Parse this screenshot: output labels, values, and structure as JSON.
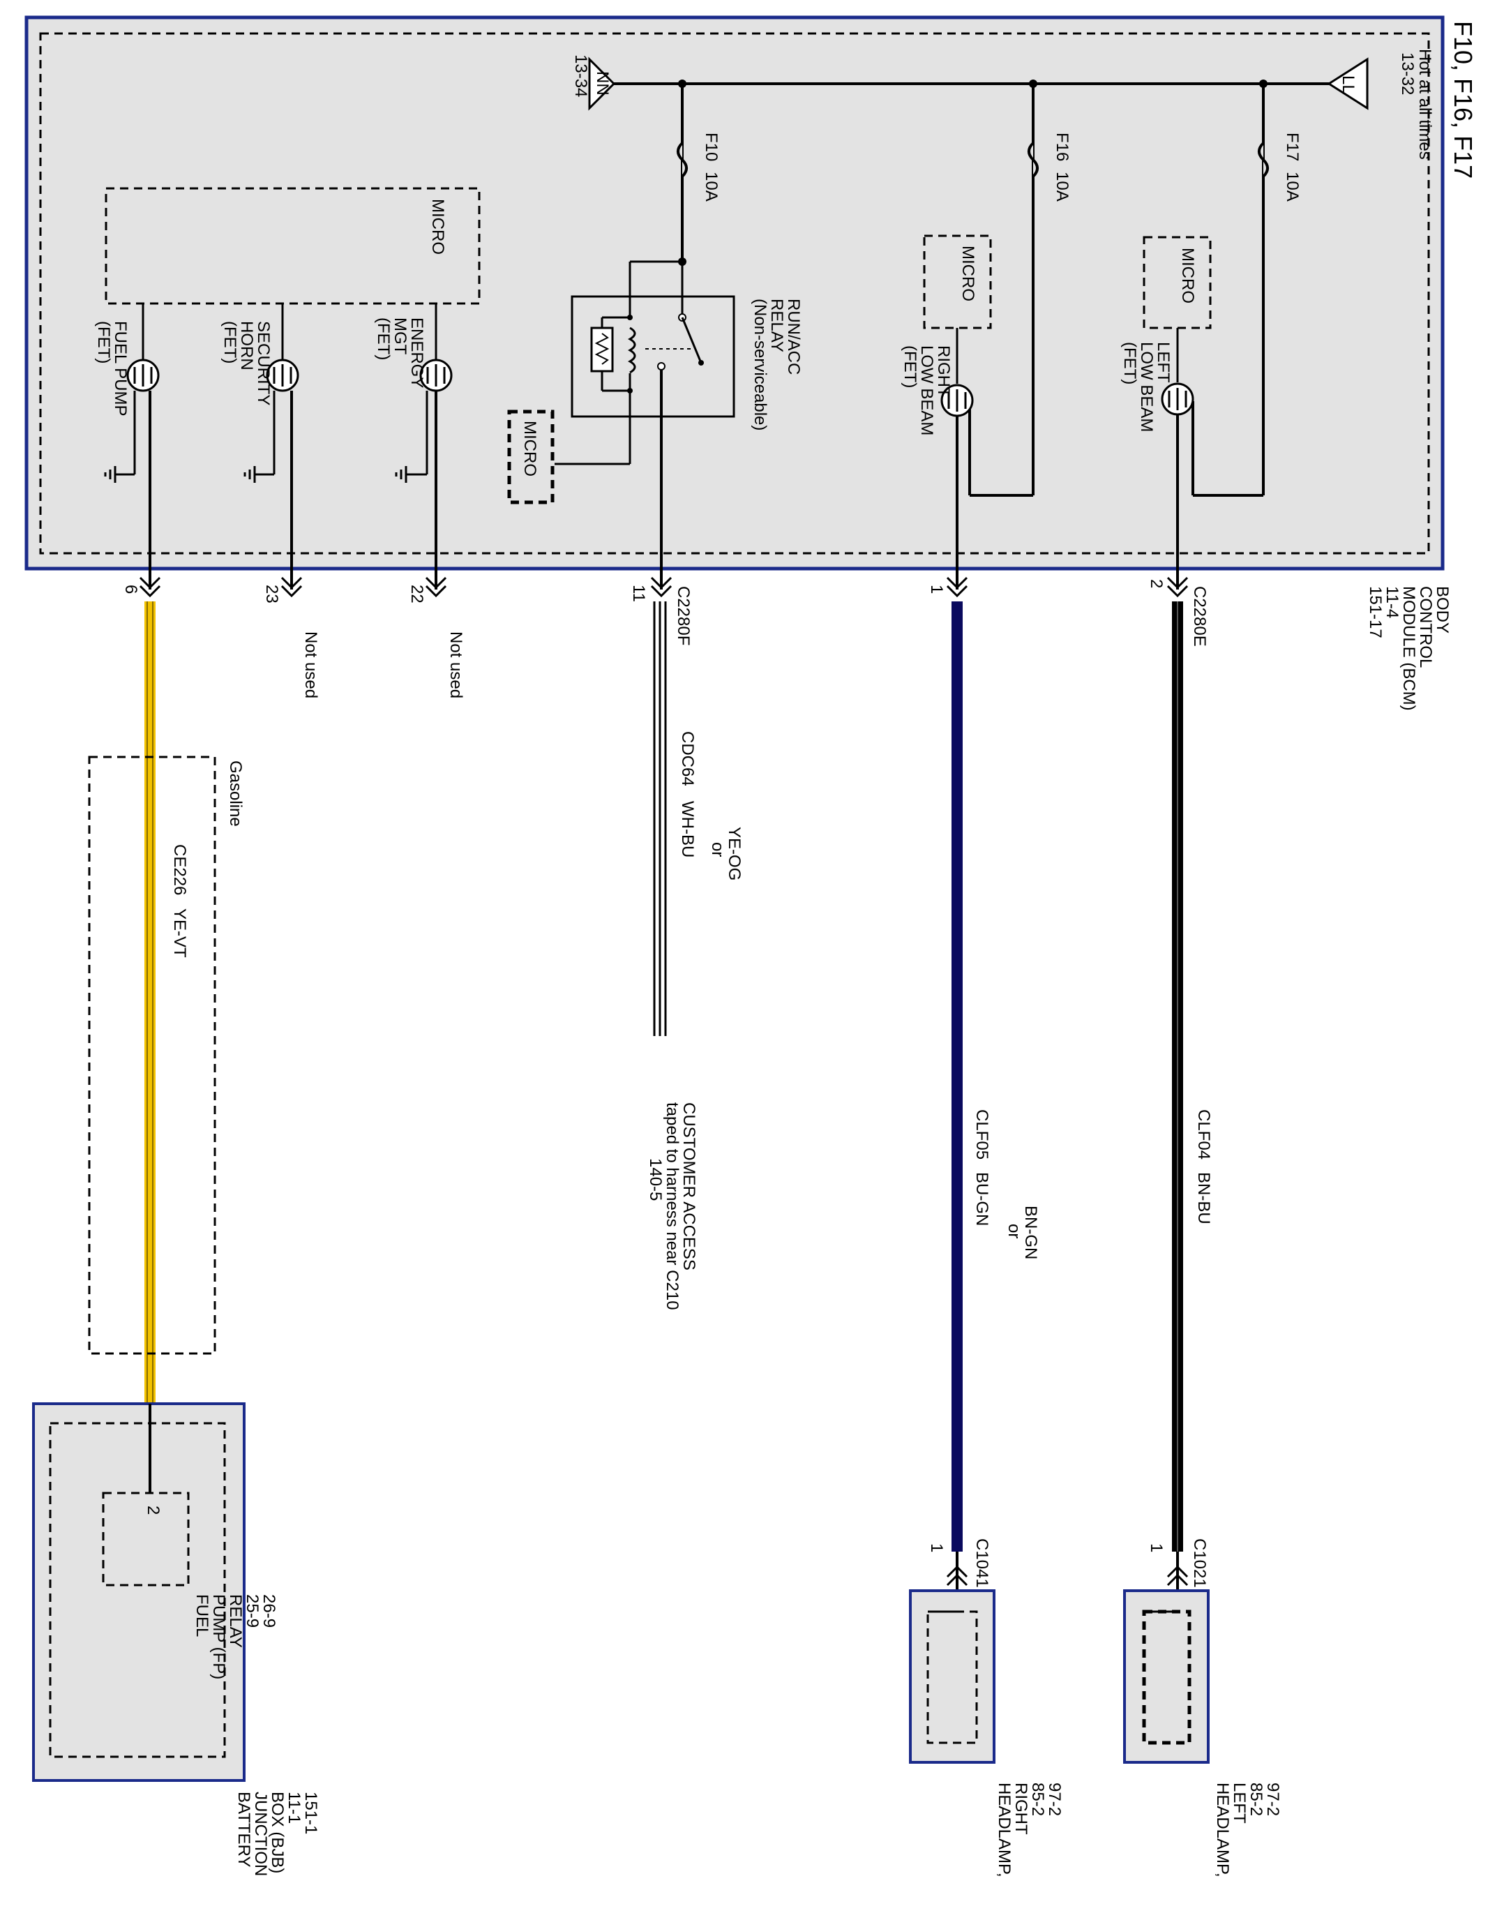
{
  "title": "F10, F16, F17",
  "bcm": {
    "name_lines": [
      "BODY",
      "CONTROL",
      "MODULE (BCM)",
      "11-4",
      "151-17"
    ],
    "hot_label": "Hot at all times",
    "ref_right": "13-32",
    "ref_left": "13-34",
    "power_symbol_right": "LL",
    "power_symbol_left": "NN"
  },
  "fuses": [
    {
      "id": "F17",
      "rating": "10A"
    },
    {
      "id": "F16",
      "rating": "10A"
    },
    {
      "id": "F10",
      "rating": "10A"
    }
  ],
  "micro_label": "MICRO",
  "fets": [
    {
      "lines": [
        "LEFT",
        "LOW BEAM",
        "(FET)"
      ]
    },
    {
      "lines": [
        "RIGHT",
        "LOW BEAM",
        "(FET)"
      ]
    },
    {
      "lines": [
        "ENERGY",
        "MGT",
        "(FET)"
      ]
    },
    {
      "lines": [
        "SECURITY",
        "HORN",
        "(FET)"
      ]
    },
    {
      "lines": [
        "FUEL PUMP",
        "(FET)"
      ]
    }
  ],
  "relay": {
    "lines": [
      "RUN/ACC",
      "RELAY",
      "(Non-serviceable)"
    ]
  },
  "connectors": {
    "c2280e": "C2280E",
    "c2280f": "C2280F",
    "c1021": "C1021",
    "c1041": "C1041"
  },
  "pins": {
    "left_low": "2",
    "right_low": "1",
    "relay_out": "11",
    "energy": "22",
    "horn": "23",
    "fuel_pump": "6",
    "hl_left": "1",
    "hl_right": "1",
    "bjb": "2"
  },
  "not_used": "Not used",
  "circuits": [
    {
      "id": "CLF04",
      "color_code": "BN-BU",
      "wire_color": "#000000"
    },
    {
      "id": "CLF05",
      "color_code": "BU-GN",
      "alt_lines": [
        "BN-GN",
        "or"
      ],
      "wire_color": "#0a0a5e"
    },
    {
      "id": "CDC64",
      "color_code": "WH-BU",
      "alt_lines": [
        "YE-OG",
        "or"
      ],
      "wire_color": "#000000"
    },
    {
      "id": "CE226",
      "color_code": "YE-VT",
      "wire_color": "#f2c200"
    }
  ],
  "customer_access": [
    "CUSTOMER ACCESS",
    "taped to harness near C210",
    "140-5"
  ],
  "gasoline": "Gasoline",
  "headlamp_left": [
    "HEADLAMP,",
    "LEFT",
    "85-2",
    "97-2"
  ],
  "headlamp_right": [
    "HEADLAMP,",
    "RIGHT",
    "85-2",
    "97-2"
  ],
  "fp_relay": [
    "FUEL",
    "PUMP (FP)",
    "RELAY",
    "25-9",
    "26-9"
  ],
  "bjb": [
    "BATTERY",
    "JUNCTION",
    "BOX (BJB)",
    "11-1",
    "151-1"
  ],
  "colors": {
    "module_fill": "#e3e3e3",
    "module_border": "#1a2a8a",
    "wire_yellow": "#f2c200",
    "wire_blue": "#0a0a5e"
  }
}
